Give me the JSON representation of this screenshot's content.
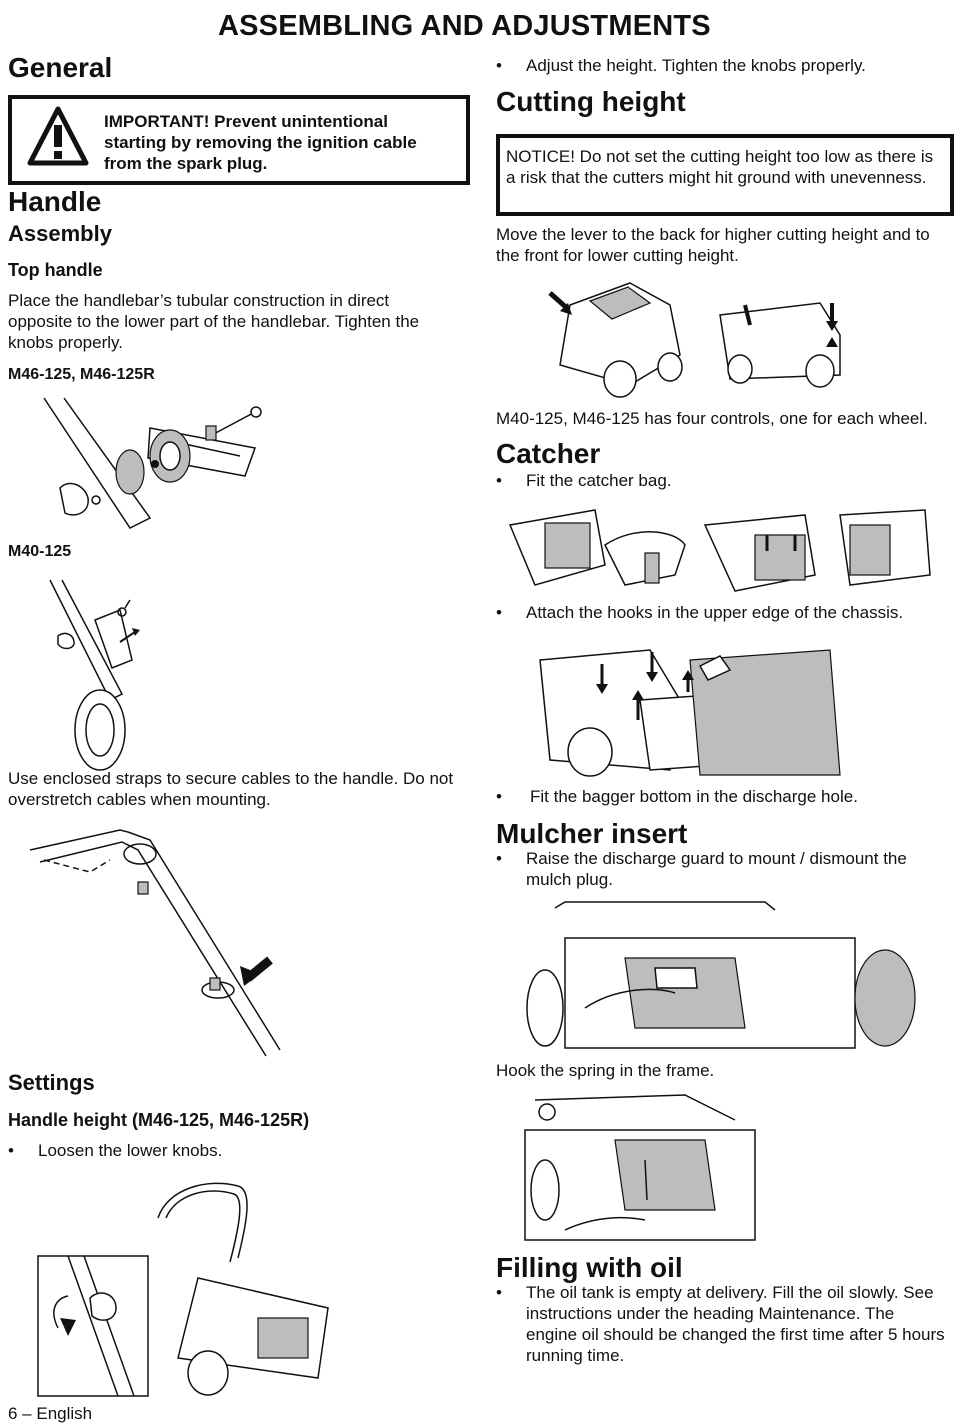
{
  "header": {
    "title": "ASSEMBLING AND ADJUSTMENTS"
  },
  "left": {
    "general_heading": "General",
    "important_text": "IMPORTANT! Prevent unintentional starting by removing the ignition cable from the spark plug.",
    "handle_heading": "Handle",
    "assembly_heading": "Assembly",
    "top_handle_heading": "Top handle",
    "top_handle_text": "Place the handlebar’s tubular construction in direct opposite to the lower part of the handlebar. Tighten the knobs properly.",
    "model_label_1": "M46-125, M46-125R",
    "model_label_2": "M40-125",
    "straps_text": "Use enclosed straps to secure cables to the handle. Do not overstretch cables when mounting.",
    "settings_heading": "Settings",
    "handle_height_heading": "Handle height (M46-125, M46-125R)",
    "bullet_loosen": "Loosen the lower knobs.",
    "footer": "6 – English"
  },
  "right": {
    "bullet_adjust": "Adjust the height. Tighten the knobs properly.",
    "cutting_heading": "Cutting height",
    "notice_text": "NOTICE! Do not set the cutting height too low as there is a risk that the cutters might hit ground with unevenness.",
    "lever_text": "Move the lever to the back for higher cutting height and to the front for lower cutting height.",
    "controls_text": "M40-125, M46-125 has four controls, one for each wheel.",
    "catcher_heading": "Catcher",
    "bullet_fit_catcher": "Fit the catcher bag.",
    "bullet_hooks": "Attach the hooks in the upper edge of the chassis.",
    "bullet_bagger": "Fit the bagger bottom in the discharge hole.",
    "mulcher_heading": "Mulcher insert",
    "bullet_mulcher": "Raise the discharge guard to mount / dismount the mulch plug.",
    "spring_text": "Hook the spring in the frame.",
    "oil_heading": "Filling with oil",
    "bullet_oil": "The oil tank is empty at delivery. Fill the oil slowly. See instructions under the heading Maintenance. The engine oil should be changed the first time after 5 hours running time."
  },
  "bullet_symbol": "•",
  "icons": {
    "warning": "warning-triangle-icon",
    "arrow": "arrow-icon"
  },
  "colors": {
    "text": "#111111",
    "illustration_gray": "#bdbdbd"
  }
}
